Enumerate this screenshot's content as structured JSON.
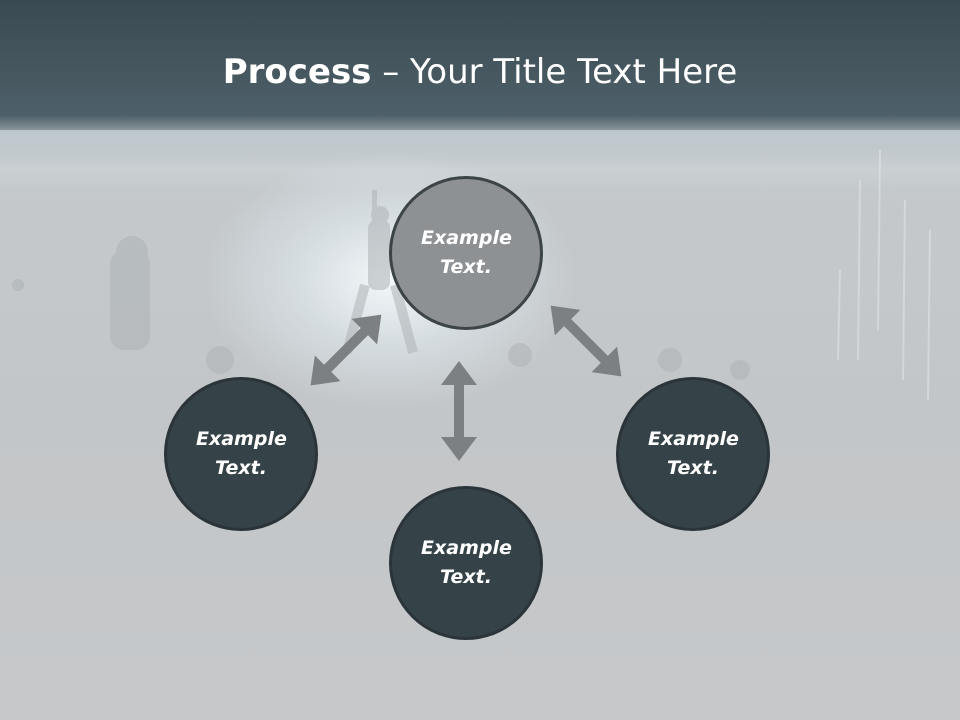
{
  "slide": {
    "title_bold": "Process",
    "title_rest": " – Your Title Text Here"
  },
  "diagram": {
    "nodes": [
      {
        "id": "top",
        "text": "Example Text."
      },
      {
        "id": "left",
        "text": "Example Text."
      },
      {
        "id": "right",
        "text": "Example Text."
      },
      {
        "id": "bottom",
        "text": "Example Text."
      }
    ],
    "colors": {
      "node_dark": "#354348",
      "node_highlight": "#8e9194",
      "arrow": "#7d8082",
      "header": "#3a4a52"
    }
  }
}
